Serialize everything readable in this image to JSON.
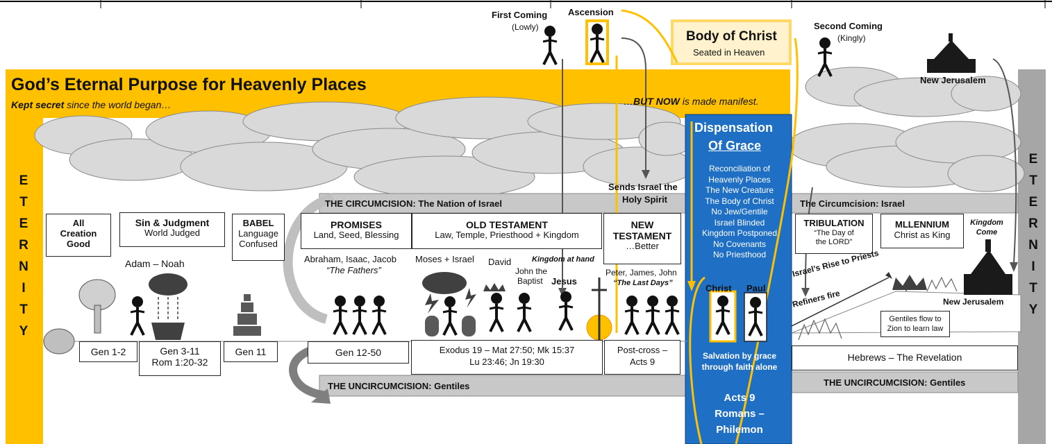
{
  "colors": {
    "gold": "#ffc000",
    "blue": "#1f6fc5",
    "gray_band": "#c8c8c8",
    "cloud": "#d9d9d9",
    "dark": "#404040"
  },
  "top": {
    "first_coming": "First Coming",
    "first_coming_sub": "(Lowly)",
    "ascension": "Ascension",
    "body_title": "Body of Christ",
    "body_sub": "Seated in Heaven",
    "second_coming": "Second Coming",
    "second_coming_sub": "(Kingly)",
    "new_jerusalem_top": "New Jerusalem"
  },
  "banner": {
    "title": "God’s Eternal Purpose for Heavenly Places",
    "sub_bold": "Kept secret",
    "sub_rest": " since the world began…",
    "manifest_pre": "…",
    "manifest_bold": "BUT NOW",
    "manifest_rest": " is made manifest."
  },
  "eternity_left": [
    "E",
    "T",
    "E",
    "R",
    "N",
    "I",
    "T",
    "Y"
  ],
  "eternity_right": [
    "E",
    "T",
    "E",
    "R",
    "N",
    "I",
    "T",
    "Y"
  ],
  "bands": {
    "circ_left": "THE CIRCUMCISION: The Nation of Israel",
    "circ_right": "The Circumcision: Israel",
    "uncirc_left": "THE UNCIRCUMCISION: Gentiles",
    "uncirc_right": "THE UNCIRCUMCISION: Gentiles"
  },
  "grace": {
    "title1": "Dispensation",
    "title2": "Of Grace",
    "items": [
      "Reconciliation of",
      "Heavenly Places",
      "The New Creature",
      "The Body of Christ",
      "No Jew/Gentile",
      "Israel Blinded",
      "Kingdom Postponed",
      "No Covenants",
      "No Priesthood"
    ],
    "christ": "Christ",
    "paul": "Paul",
    "salvation1": "Salvation by grace",
    "salvation2": "through faith alone",
    "books1": "Acts 9",
    "books2": "Romans –",
    "books3": "Philemon"
  },
  "sends": {
    "line1": "Sends Israel the",
    "line2": "Holy Spirit"
  },
  "eras": {
    "all_creation": {
      "l1": "All",
      "l2": "Creation",
      "l3": "Good"
    },
    "sin": {
      "title": "Sin & Judgment",
      "sub": "World Judged"
    },
    "babel": {
      "title": "BABEL",
      "l2": "Language",
      "l3": "Confused"
    },
    "promises": {
      "title": "PROMISES",
      "sub": "Land, Seed, Blessing"
    },
    "old_testament": {
      "title": "OLD TESTAMENT",
      "sub": "Law, Temple, Priesthood + Kingdom"
    },
    "new_testament": {
      "title1": "NEW",
      "title2": "TESTAMENT",
      "sub": "…Better"
    },
    "tribulation": {
      "title": "TRIBULATION",
      "l2": "“The Day of",
      "l3": "the LORD”"
    },
    "millennium": {
      "title": "MLLENNIUM",
      "sub": "Christ as King"
    },
    "kingdom_come": {
      "l1": "Kingdom",
      "l2": "Come"
    }
  },
  "people": {
    "adam_noah": "Adam – Noah",
    "fathers": "Abraham, Isaac, Jacob",
    "fathers_sub": "“The Fathers”",
    "moses": "Moses + Israel",
    "david": "David",
    "john1": "John the",
    "john2": "Baptist",
    "jesus": "Jesus",
    "kingdom_at_hand": "Kingdom at hand",
    "apostles": "Peter, James, John",
    "last_days": "“The Last Days”",
    "rise": "Israel’s Rise to Priests",
    "refiners": "Refiners fire",
    "new_jerusalem": "New Jerusalem",
    "gentiles_flow1": "Gentiles flow to",
    "gentiles_flow2": "Zion to learn law"
  },
  "refs": {
    "gen12": "Gen 1-2",
    "gen311a": "Gen 3-11",
    "gen311b": "Rom 1:20-32",
    "gen11": "Gen 11",
    "gen1250": "Gen 12-50",
    "exodus1": "Exodus 19 – Mat 27:50; Mk 15:37",
    "exodus2": "Lu 23:46; Jn 19:30",
    "postcross1": "Post-cross –",
    "postcross2": "Acts 9",
    "hebrews": "Hebrews – The Revelation"
  }
}
